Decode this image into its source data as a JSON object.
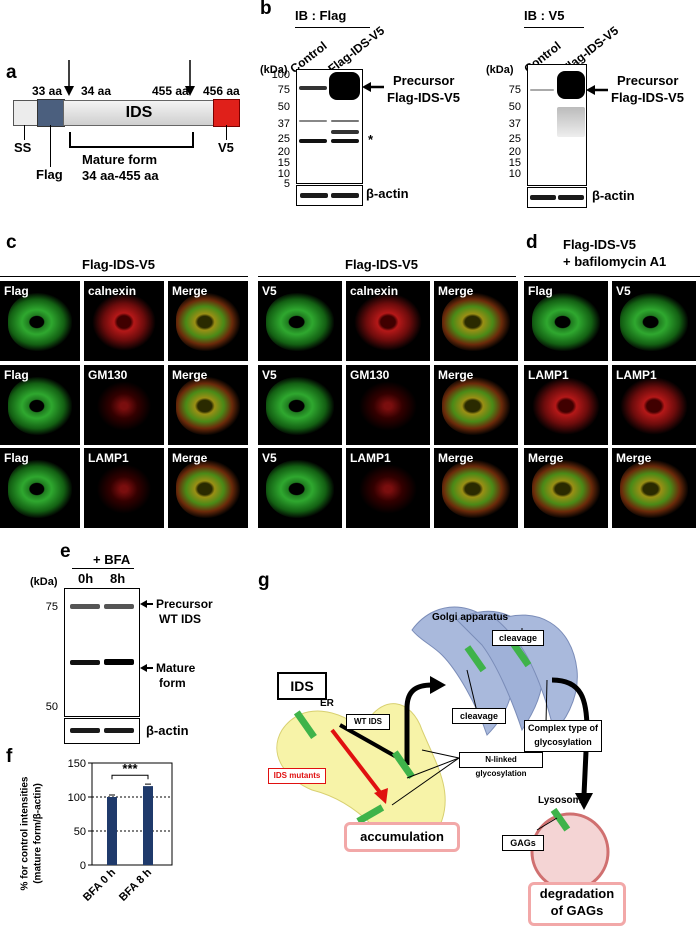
{
  "panels": {
    "a": "a",
    "b": "b",
    "c": "c",
    "d": "d",
    "e": "e",
    "f": "f",
    "g": "g"
  },
  "panel_a": {
    "aa_33": "33 aa",
    "aa_34": "34 aa",
    "aa_455": "455 aa",
    "aa_456": "456 aa",
    "ids": "IDS",
    "ss": "SS",
    "flag": "Flag",
    "v5": "V5",
    "mature": "Mature form",
    "mature_range": "34 aa-455 aa"
  },
  "panel_b": {
    "ib_flag": "IB : Flag",
    "ib_v5": "IB : V5",
    "control": "Control",
    "flag_ids_v5": "Flag-IDS-V5",
    "kda": "(kDa)",
    "ticks": [
      "100",
      "75",
      "50",
      "37",
      "25",
      "20",
      "15",
      "10",
      "5"
    ],
    "precursor": "Precursor",
    "precursor2": "Flag-IDS-V5",
    "star": "*",
    "actin": "β-actin"
  },
  "panel_c": {
    "title_left": "Flag-IDS-V5",
    "title_right": "Flag-IDS-V5",
    "left_rows": [
      [
        "Flag",
        "calnexin",
        "Merge"
      ],
      [
        "Flag",
        "GM130",
        "Merge"
      ],
      [
        "Flag",
        "LAMP1",
        "Merge"
      ]
    ],
    "right_rows": [
      [
        "V5",
        "calnexin",
        "Merge"
      ],
      [
        "V5",
        "GM130",
        "Merge"
      ],
      [
        "V5",
        "LAMP1",
        "Merge"
      ]
    ]
  },
  "panel_d": {
    "title1": "Flag-IDS-V5",
    "title2": "+ bafilomycin A1",
    "rows": [
      [
        "Flag",
        "V5"
      ],
      [
        "LAMP1",
        "LAMP1"
      ],
      [
        "Merge",
        "Merge"
      ]
    ]
  },
  "panel_e": {
    "bfa": "+ BFA",
    "h0": "0h",
    "h8": "8h",
    "kda": "(kDa)",
    "t75": "75",
    "t50": "50",
    "precursor": "Precursor",
    "wt_ids": "WT IDS",
    "mature": "Mature",
    "form": "form",
    "actin": "β-actin"
  },
  "panel_f": {
    "ylabel1": "% for control intensities",
    "ylabel2": "(mature form/β-actin)",
    "sig": "***",
    "chart_data": {
      "type": "bar",
      "categories": [
        "BFA 0 h",
        "BFA 8 h"
      ],
      "values": [
        100,
        116
      ],
      "yticks": [
        "0",
        "50",
        "100",
        "150"
      ],
      "ylim": [
        0,
        150
      ],
      "bar_color": "#1f3a6b"
    }
  },
  "panel_g": {
    "golgi": "Golgi apparatus",
    "ids": "IDS",
    "er": "ER",
    "cleavage": "cleavage",
    "wt_ids": "WT IDS",
    "ids_mutants": "IDS mutants",
    "complex1": "Complex type of",
    "complex2": "glycosylation",
    "nlinked": "N-linked glycosylation",
    "lysosome": "Lysosome",
    "gags": "GAGs",
    "accumulation": "accumulation",
    "degradation1": "degradation",
    "degradation2": "of GAGs"
  }
}
